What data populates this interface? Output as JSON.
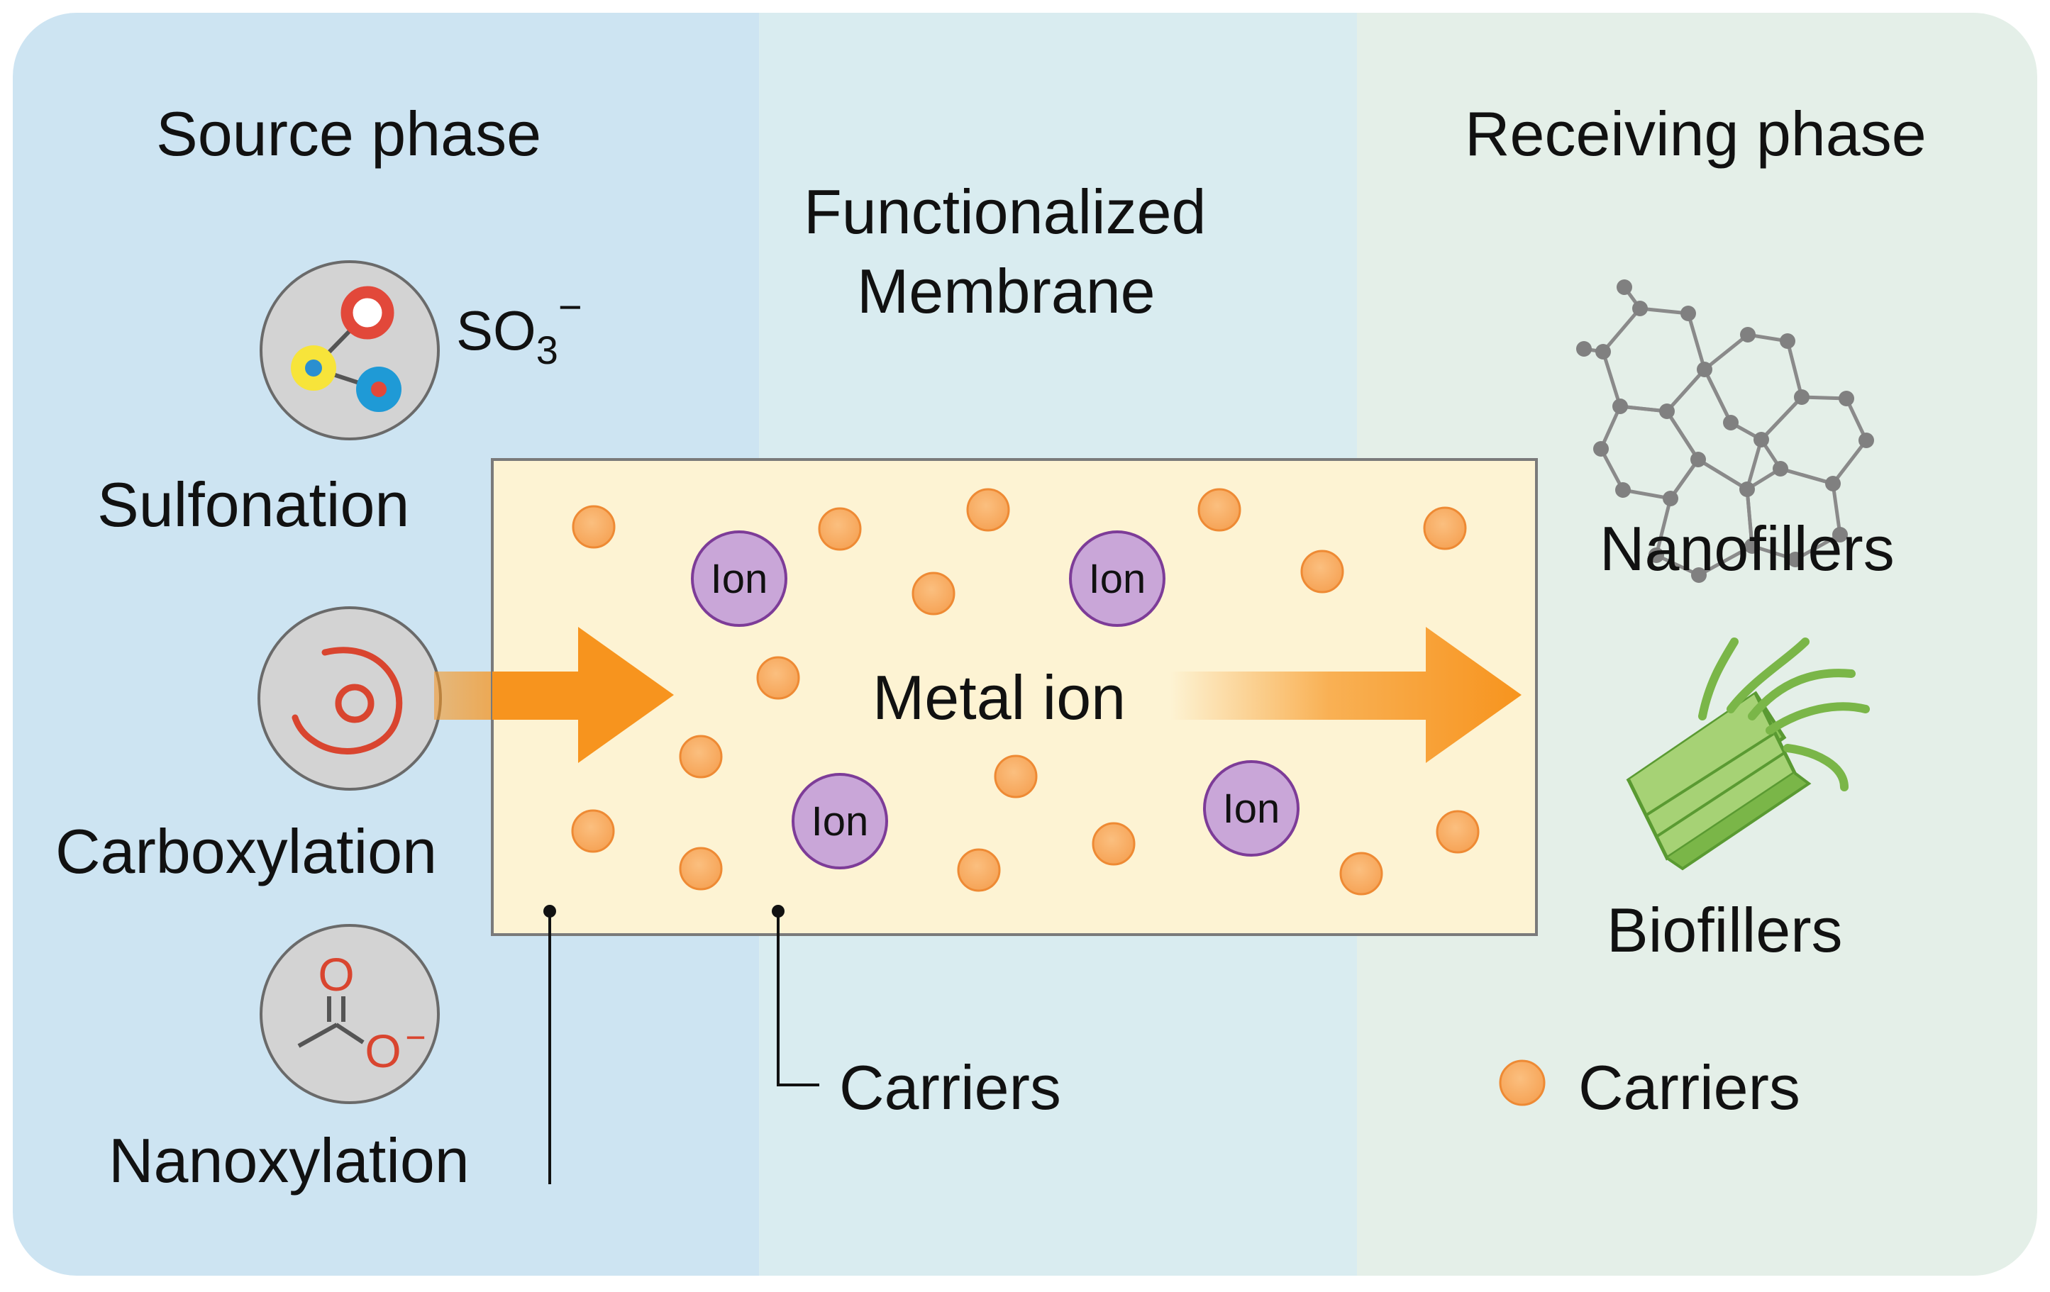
{
  "phases": {
    "source": "Source phase",
    "membrane_line1": "Functionalized",
    "membrane_line2": "Membrane",
    "receiving": "Receiving phase"
  },
  "functional_groups": {
    "so3_formula": "SO",
    "so3_subscript": "3",
    "so3_charge": "−",
    "sulfonation": "Sulfonation",
    "carboxylation": "Carboxylation",
    "carboxylate_o": "O",
    "carboxylate_o_minus": "O",
    "carboxylate_charge": "−",
    "nanoxylation": "Nanoxylation"
  },
  "membrane": {
    "center_label": "Metal ion",
    "ion_label": "Ion",
    "carriers_label": "Carriers"
  },
  "fillers": {
    "nanofillers": "Nanofillers",
    "biofillers": "Biofillers",
    "legend_carriers": "Carriers"
  },
  "colors": {
    "source_bg": "#cde4f2",
    "membrane_bg": "#d9ecf0",
    "receiving_bg": "#e4efe8",
    "membrane_fill": "#fdf3d3",
    "carrier": "#f7a85c",
    "ion": "#c9a6d8",
    "arrow": "#f7941e",
    "biofiller": "#7ab648"
  }
}
